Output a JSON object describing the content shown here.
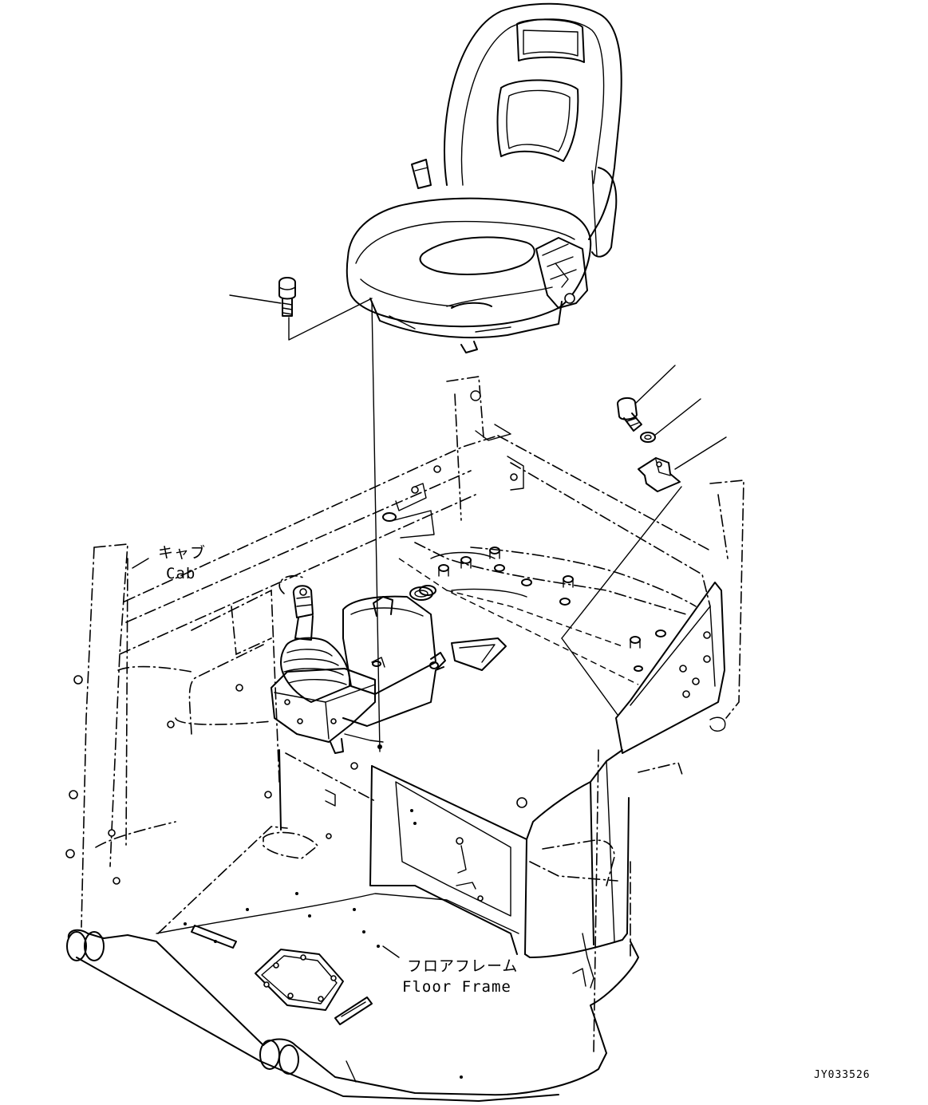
{
  "labels": {
    "cab_jp": "キャブ",
    "cab_en": "Cab",
    "floor_jp": "フロアフレーム",
    "floor_en": "Floor Frame"
  },
  "drawing_code": "JY033526"
}
